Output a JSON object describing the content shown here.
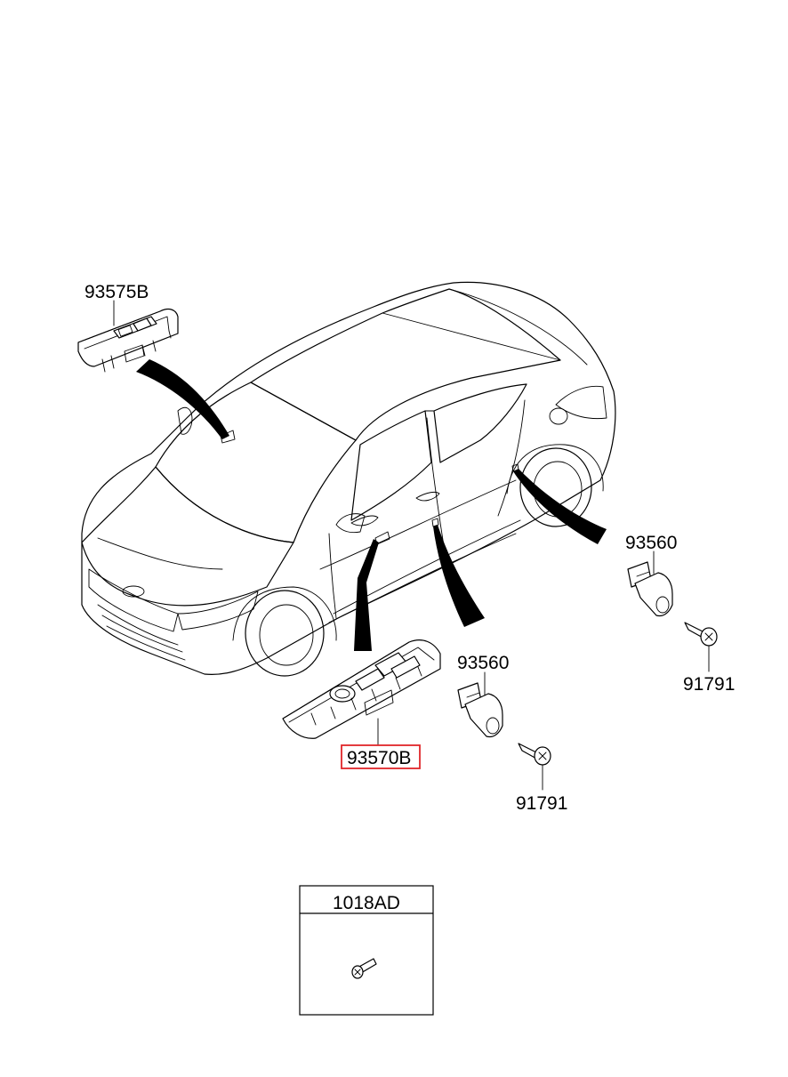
{
  "colors": {
    "line": "#000000",
    "background": "#ffffff",
    "highlight_box": "#e0262a"
  },
  "parts": {
    "rear_switch": "93575B",
    "driver_switch": "93570B",
    "door_switch_rear": "93560",
    "door_switch_front": "93560",
    "screw_rear": "91791",
    "screw_front": "91791"
  },
  "inset_box": {
    "title": "1018AD"
  },
  "highlighted_part": "93570B"
}
